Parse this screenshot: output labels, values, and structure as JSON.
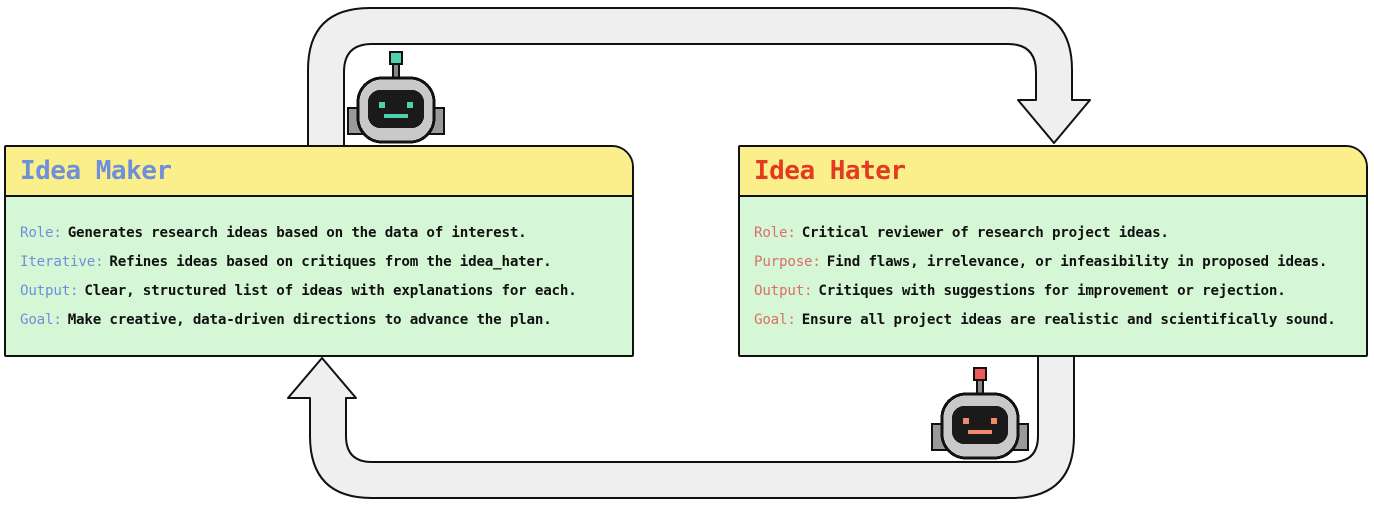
{
  "colors": {
    "maker_accent": "#6f8fd8",
    "hater_accent": "#e53a22",
    "header_bg": "#fbef8c",
    "body_bg": "#d6f7d6",
    "arrow_fill": "#efefef"
  },
  "icons": {
    "maker_robot": "robot-icon",
    "hater_robot": "robot-icon",
    "flow": "arrow-icon"
  },
  "idea_maker": {
    "title": "Idea Maker",
    "rows": [
      {
        "label": "Role:",
        "text": "Generates research ideas based on the data of interest."
      },
      {
        "label": "Iterative:",
        "text": "Refines ideas based on critiques from the idea_hater."
      },
      {
        "label": "Output:",
        "text": "Clear, structured list of ideas with explanations for each."
      },
      {
        "label": "Goal:",
        "text": "Make creative, data-driven directions to advance the plan."
      }
    ]
  },
  "idea_hater": {
    "title": "Idea Hater",
    "rows": [
      {
        "label": "Role:",
        "text": "Critical reviewer of research project ideas."
      },
      {
        "label": "Purpose:",
        "text": "Find flaws, irrelevance, or infeasibility in proposed ideas."
      },
      {
        "label": "Output:",
        "text": "Critiques with suggestions for improvement or rejection."
      },
      {
        "label": "Goal:",
        "text": "Ensure all project ideas are realistic and scientifically sound."
      }
    ]
  }
}
